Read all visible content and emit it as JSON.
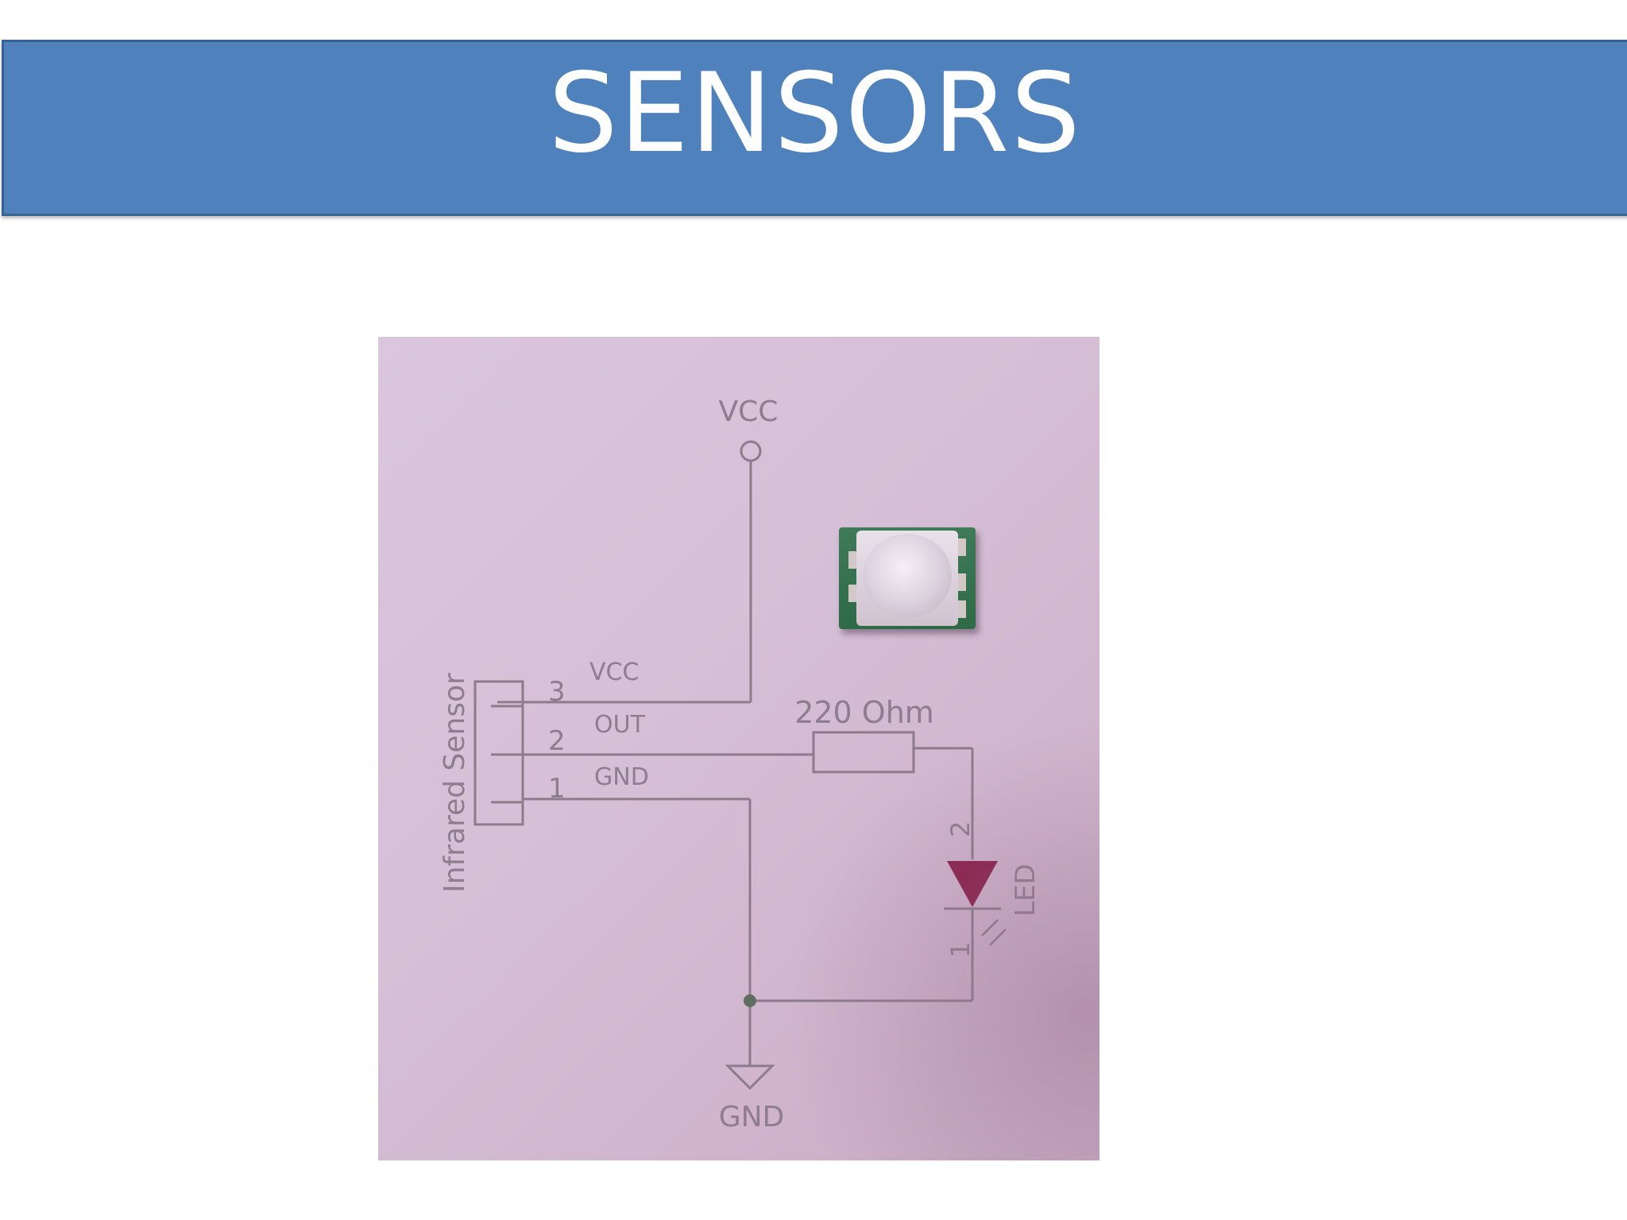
{
  "slide": {
    "title": "SENSORS"
  },
  "schematic": {
    "top_vcc_label": "VCC",
    "bottom_gnd_label": "GND",
    "connector_label": "Infrared Sensor",
    "pins": [
      {
        "number": "3",
        "name": "VCC"
      },
      {
        "number": "2",
        "name": "OUT"
      },
      {
        "number": "1",
        "name": "GND"
      }
    ],
    "resistor_label": "220 Ohm",
    "led_label": "LED",
    "led_pin_top": "2",
    "led_pin_bottom": "1"
  },
  "colors": {
    "banner": "#4f81bd",
    "banner_text": "#ffffff",
    "led_fill": "#8a1f4a",
    "wire": "#8d7b8c"
  }
}
